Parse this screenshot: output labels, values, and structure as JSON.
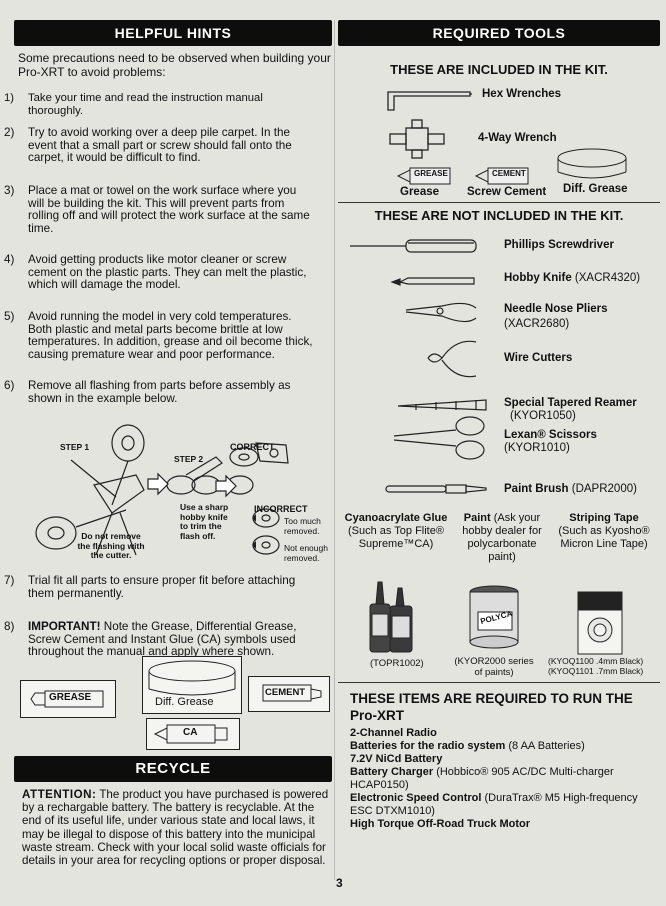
{
  "helpful_hints": {
    "banner": "HELPFUL HINTS",
    "intro": "Some precautions need to be observed when building your Pro-XRT to avoid problems:",
    "items": [
      {
        "num": "1)",
        "text": "Take your time and read the instruction manual thoroughly."
      },
      {
        "num": "2)",
        "text": "Try to avoid working over a deep pile carpet. In the event that a small part or screw should fall onto the carpet, it would be difficult to find."
      },
      {
        "num": "3)",
        "text": "Place a mat or towel on the work surface where you will be building the kit. This will prevent parts from rolling off and will protect the work surface at the same time."
      },
      {
        "num": "4)",
        "text": "Avoid getting products like motor cleaner or screw cement on the plastic parts. They can melt the plastic, which will damage the model."
      },
      {
        "num": "5)",
        "text": "Avoid running the model in very cold temperatures. Both plastic and metal parts become brittle at low temperatures. In addition, grease and oil become thick, causing premature wear and poor performance."
      },
      {
        "num": "6)",
        "text": "Remove all flashing from parts before assembly as shown in the example below."
      },
      {
        "num": "7)",
        "text": "Trial fit all parts to ensure proper fit before attaching them permanently."
      },
      {
        "num": "8)",
        "strong": "IMPORTANT!",
        "text": " Note the Grease, Differential Grease, Screw Cement and Instant Glue (CA) symbols used throughout the manual and apply where shown."
      }
    ],
    "diagram": {
      "step1": "STEP 1",
      "step2": "STEP 2",
      "correct": "CORRECT",
      "incorrect": "INCORRECT",
      "do_not": "Do not remove the flashing with the cutter.",
      "use_knife": "Use a sharp hobby knife to trim the flash off.",
      "too_much": "Too much removed.",
      "not_enough": "Not enough removed."
    },
    "symbols": {
      "grease": "GREASE",
      "diff_grease": "Diff. Grease",
      "cement": "CEMENT",
      "ca": "CA"
    }
  },
  "recycle": {
    "banner": "RECYCLE",
    "lead": "ATTENTION:",
    "text": " The product you have purchased is powered by a rechargable battery. The battery is recyclable. At the end of its useful life, under various state and local laws, it may be illegal to dispose of this battery into the municipal waste stream. Check with your local solid waste officials for details in your area for recycling options or proper disposal."
  },
  "required_tools": {
    "banner": "REQUIRED TOOLS",
    "included_title": "THESE ARE INCLUDED IN THE KIT.",
    "included": {
      "hex": "Hex Wrenches",
      "four_way": "4-Way Wrench",
      "grease": "Grease",
      "screw_cement": "Screw Cement",
      "diff_grease": "Diff. Grease",
      "grease_tube": "GREASE",
      "cement_tube": "CEMENT"
    },
    "not_included_title": "THESE ARE NOT INCLUDED IN THE KIT.",
    "not_included": {
      "phillips": "Phillips Screwdriver",
      "knife_name": "Hobby Knife",
      "knife_code": " (XACR4320)",
      "pliers_name": "Needle Nose Pliers",
      "pliers_code": "(XACR2680)",
      "cutters": "Wire Cutters",
      "reamer_name": "Special Tapered Reamer",
      "reamer_code": "(KYOR1050)",
      "scissors_name": "Lexan® Scissors",
      "scissors_code": "(KYOR1010)",
      "brush_name": "Paint Brush",
      "brush_code": " (DAPR2000)"
    },
    "supplies": {
      "ca_name": "Cyanoacrylate Glue",
      "ca_desc": "(Such as Top Flite® Supreme™CA)",
      "paint_name": "Paint",
      "paint_desc": " (Ask your hobby dealer for polycarbonate paint)",
      "tape_name": "Striping Tape",
      "tape_desc": "(Such as Kyosho® Micron Line Tape)",
      "ca_code": "(TOPR1002)",
      "paint_code": "(KYOR2000 series of paints)",
      "tape_code1": "(KYOQ1100 .4mm Black)",
      "tape_code2": "(KYOQ1101 .7mm Black)",
      "paint_jar": "POLYCA"
    }
  },
  "run_items": {
    "title": "THESE ITEMS ARE REQUIRED TO RUN THE Pro-XRT",
    "items": [
      {
        "bold": "2-Channel Radio",
        "plain": ""
      },
      {
        "bold": "Batteries for the radio system",
        "plain": " (8 AA Batteries)"
      },
      {
        "bold": "7.2V NiCd Battery",
        "plain": ""
      },
      {
        "bold": "Battery Charger",
        "plain": " (Hobbico® 905 AC/DC Multi-charger HCAP0150)"
      },
      {
        "bold": "Electronic Speed Control",
        "plain": " (DuraTrax® M5 High-frequency ESC DTXM1010)"
      },
      {
        "bold": "High Torque Off-Road Truck Motor",
        "plain": ""
      }
    ]
  },
  "page_number": "3"
}
